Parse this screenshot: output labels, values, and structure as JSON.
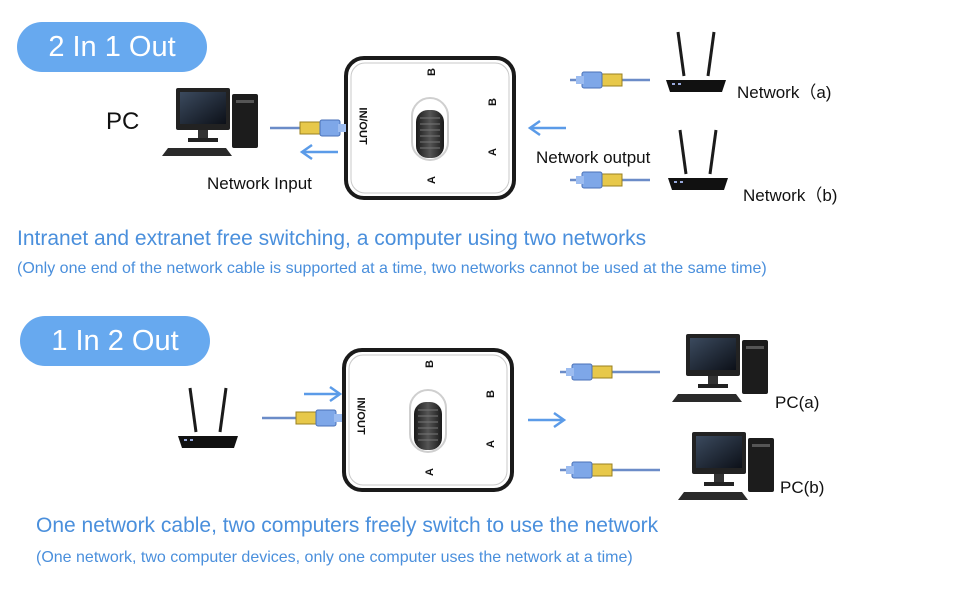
{
  "section1": {
    "badge": "2 In 1 Out",
    "pc_label": "PC",
    "network_input_label": "Network Input",
    "network_output_label": "Network output",
    "router_a_label": "Network（a)",
    "router_b_label": "Network（b)",
    "caption": "Intranet and extranet free switching, a computer using two networks",
    "subcaption": "(Only one end of the network cable is supported at a time, two networks cannot be used at the same time)"
  },
  "section2": {
    "badge": "1 In 2 Out",
    "pc_a_label": "PC(a)",
    "pc_b_label": "PC(b)",
    "caption": "One network cable, two computers freely switch to use the network",
    "subcaption": "(One network, two computer devices, only one computer uses the network at a time)"
  },
  "switch_box": {
    "port_label": "IN/OUT",
    "port_a": "A",
    "port_b": "B"
  },
  "colors": {
    "accent": "#67a9ef",
    "caption": "#4a8fdc",
    "cable": "#6b8cc8",
    "arrow": "#5b9be8"
  }
}
